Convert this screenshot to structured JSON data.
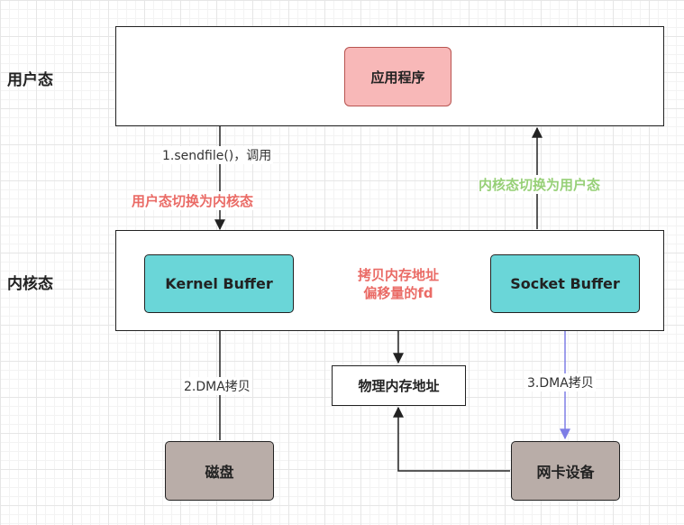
{
  "labels": {
    "user_mode": "用户态",
    "kernel_mode": "内核态"
  },
  "nodes": {
    "app": "应用程序",
    "kernel_buffer": "Kernel Buffer",
    "socket_buffer": "Socket Buffer",
    "phys_mem": "物理内存地址",
    "disk": "磁盘",
    "nic": "网卡设备"
  },
  "edges": {
    "sendfile": "1.sendfile()，调用",
    "switch_to_kernel": "用户态切换为内核态",
    "switch_to_user": "内核态切换为用户态",
    "copy_addr_line1": "拷贝内存地址",
    "copy_addr_line2": "偏移量的fd",
    "dma_copy_in": "2.DMA拷贝",
    "dma_copy_out": "3.DMA拷贝"
  },
  "colors": {
    "red_label": "#ea6b66",
    "green_label": "#97d077",
    "dma_out_arrow": "#7e7ee6",
    "buffer_fill": "#6ad6d8",
    "app_fill": "#f8b8b8",
    "device_fill": "#b9ada8"
  }
}
